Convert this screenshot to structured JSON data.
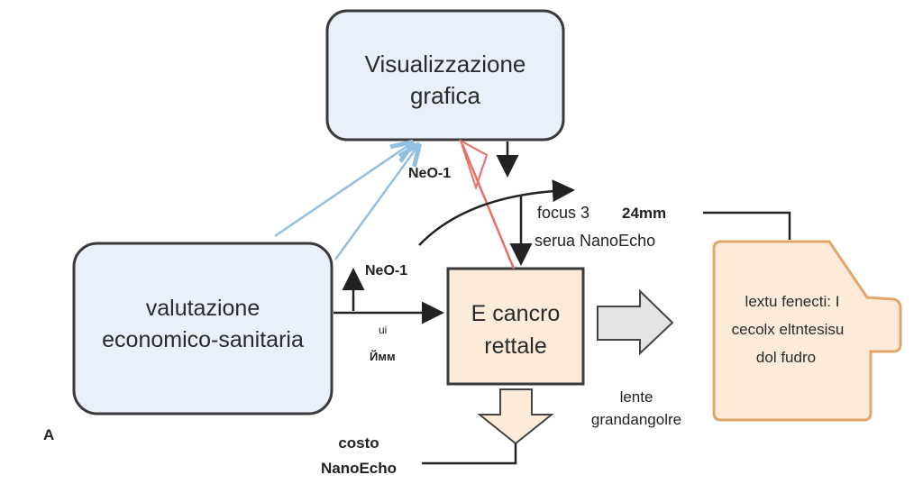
{
  "nodes": {
    "visualization": {
      "line1": "Visualizzazione",
      "line2": "grafica"
    },
    "evaluation": {
      "line1": "valutazione",
      "line2": "economico-sanitaria"
    },
    "cancer": {
      "line1": "E cancro",
      "line2": "rettale"
    },
    "document": {
      "line1": "lextu fenecti: I",
      "line2": "cecolx eltntesisu",
      "line3": "dol fudro"
    }
  },
  "labels": {
    "neo_top": "NeO-1",
    "neo_mid": "NeO-1",
    "focus": "focus 3",
    "size": "24mm",
    "serua": "serua NanoEcho",
    "small_a": "ui",
    "small_b": "Ймм",
    "lente_1": "lente",
    "lente_2": "grandangolre",
    "costo_1": "costo",
    "costo_2": "NanoEcho",
    "corner": "A"
  },
  "colors": {
    "blue_box_fill": "#e9f0fa",
    "cream_box_fill": "#fcebd8",
    "doc_stroke": "#e0a66a",
    "box_stroke": "#3a3a3a",
    "blue_arrow": "#93bfe0",
    "red_arrow": "#e67068",
    "gray_arrow": "#e4e4e4"
  }
}
